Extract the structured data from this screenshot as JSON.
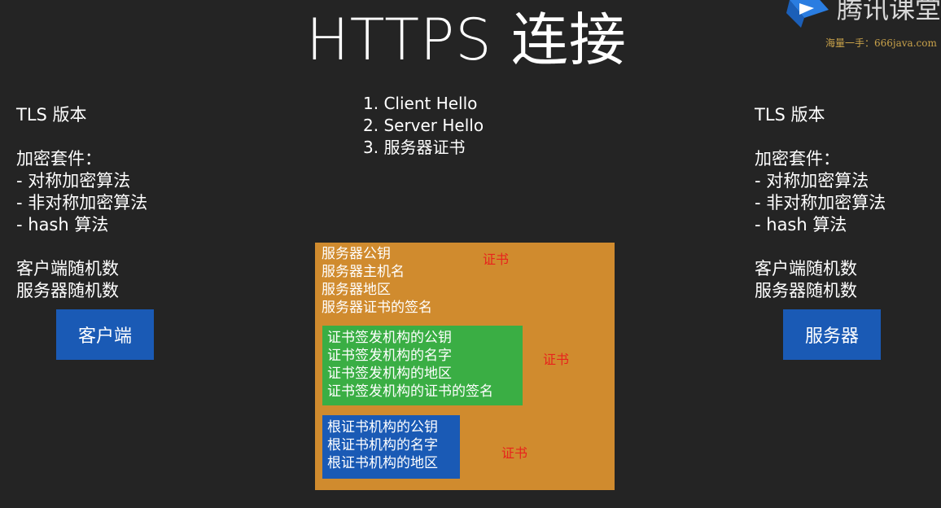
{
  "title": "HTTPS 连接",
  "watermark": {
    "brand": "腾讯课堂",
    "sub": "海量一手：666java.com"
  },
  "client_info": {
    "tls_version": "TLS 版本",
    "cipher_suite_label": "加密套件：",
    "cipher_items": [
      "- 对称加密算法",
      "- 非对称加密算法",
      "- hash 算法"
    ],
    "client_random": "客户端随机数",
    "server_random": "服务器随机数"
  },
  "server_info": {
    "tls_version": "TLS 版本",
    "cipher_suite_label": "加密套件：",
    "cipher_items": [
      "- 对称加密算法",
      "- 非对称加密算法",
      "- hash 算法"
    ],
    "client_random": "客户端随机数",
    "server_random": "服务器随机数"
  },
  "client_node": "客户端",
  "server_node": "服务器",
  "handshake_steps": [
    "1. Client Hello",
    "2. Server Hello",
    "3. 服务器证书"
  ],
  "certificate": {
    "server": {
      "lines": [
        "服务器公钥",
        "服务器主机名",
        "服务器地区",
        "服务器证书的签名"
      ],
      "label": "证书"
    },
    "issuer": {
      "lines": [
        "证书签发机构的公钥",
        "证书签发机构的名字",
        "证书签发机构的地区",
        "证书签发机构的证书的签名"
      ],
      "label": "证书"
    },
    "root": {
      "lines": [
        "根证书机构的公钥",
        "根证书机构的名字",
        "根证书机构的地区"
      ],
      "label": "证书"
    }
  },
  "colors": {
    "background": "#242424",
    "node_blue": "#1a5ab5",
    "cert_orange": "#d08b2e",
    "cert_green": "#3aae44",
    "label_red": "#e8231c"
  }
}
